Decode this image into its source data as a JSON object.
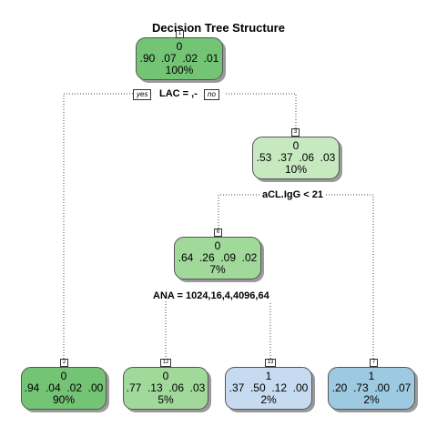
{
  "title": "Decision Tree Structure",
  "colors": {
    "green_dark": "#74c476",
    "green_mid": "#a1d99b",
    "green_light": "#c7e9c0",
    "blue_light": "#c6dbef",
    "blue_mid": "#9ecae1"
  },
  "nodes": [
    {
      "id": "1",
      "class": "0",
      "probs": ".90  .07  .02  .01",
      "pct": "100%",
      "color": "#74c476"
    },
    {
      "id": "3",
      "class": "0",
      "probs": ".53  .37  .06  .03",
      "pct": "10%",
      "color": "#c7e9c0"
    },
    {
      "id": "6",
      "class": "0",
      "probs": ".64  .26  .09  .02",
      "pct": "7%",
      "color": "#a1d99b"
    },
    {
      "id": "2",
      "class": "0",
      "probs": ".94  .04  .02  .00",
      "pct": "90%",
      "color": "#74c476"
    },
    {
      "id": "12",
      "class": "0",
      "probs": ".77  .13  .06  .03",
      "pct": "5%",
      "color": "#a1d99b"
    },
    {
      "id": "13",
      "class": "1",
      "probs": ".37  .50  .12  .00",
      "pct": "2%",
      "color": "#c6dbef"
    },
    {
      "id": "7",
      "class": "1",
      "probs": ".20  .73  .00  .07",
      "pct": "2%",
      "color": "#9ecae1"
    }
  ],
  "splits": {
    "root": "LAC = ,-",
    "node3": "aCL.IgG < 21",
    "node6": "ANA = 1024,16,4,4096,64"
  },
  "branch_labels": {
    "yes": "yes",
    "no": "no"
  }
}
